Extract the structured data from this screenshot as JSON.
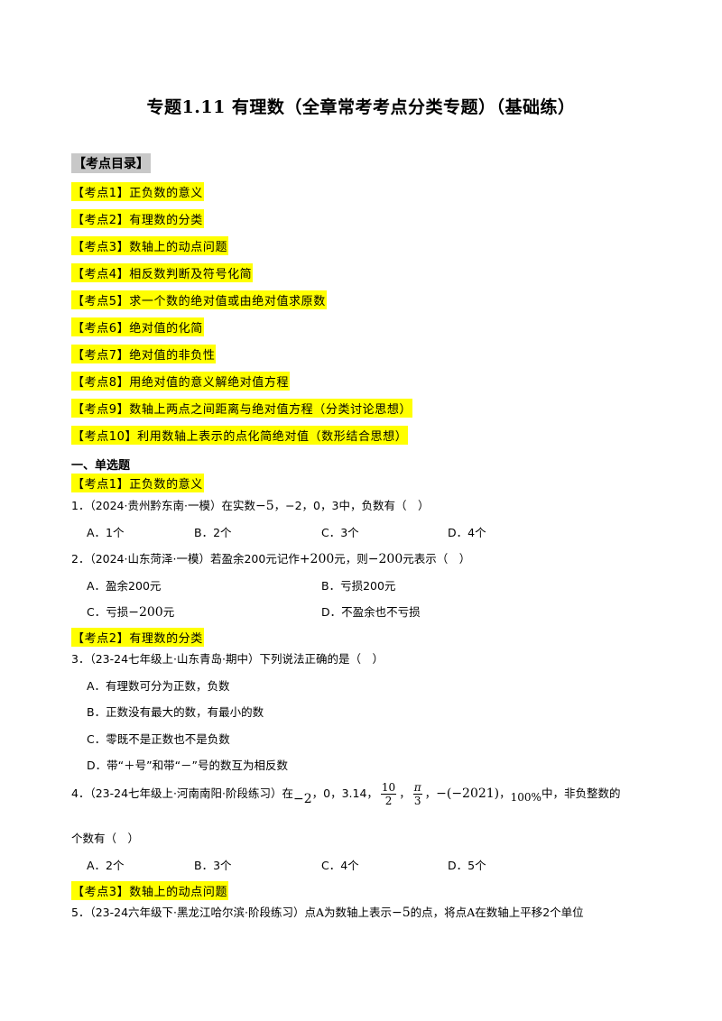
{
  "title": "专题1.11 有理数（全章常考考点分类专题）（基础练）",
  "toc": {
    "heading": "【考点目录】",
    "items": [
      "【考点1】正负数的意义",
      "【考点2】有理数的分类",
      "【考点3】数轴上的动点问题",
      "【考点4】相反数判断及符号化简",
      "【考点5】求一个数的绝对值或由绝对值求原数",
      "【考点6】绝对值的化简",
      "【考点7】绝对值的非负性",
      "【考点8】用绝对值的意义解绝对值方程",
      "【考点9】数轴上两点之间距离与绝对值方程（分类讨论思想）",
      "【考点10】利用数轴上表示的点化简绝对值（数形结合思想）"
    ]
  },
  "section": "一、单选题",
  "kp1": "【考点1】正负数的意义",
  "q1": {
    "num": "1．",
    "text_a": "（2024·贵州黔东南·一模）在实数",
    "m1": "−5",
    "text_b": "，−2，0，3中，负数有（　）",
    "opts": [
      "A．1个",
      "B．2个",
      "C．3个",
      "D．4个"
    ]
  },
  "q2": {
    "num": "2．",
    "text_a": "（2024·山东菏泽·一模）若盈余200元记作",
    "m1": "+200",
    "text_b": "元，则",
    "m2": "−200",
    "text_c": "元表示（　）",
    "opts": [
      "A．盈余200元",
      "B．亏损200元",
      "C．亏损",
      "D．不盈余也不亏损"
    ],
    "opt_c_math": "−200",
    "opt_c_unit": "元"
  },
  "kp2": "【考点2】有理数的分类",
  "q3": {
    "num": "3．",
    "text": "（23-24七年级上·山东青岛·期中）下列说法正确的是（　）",
    "opts": [
      "A．有理数可分为正数，负数",
      "B．正数没有最大的数，有最小的数",
      "C．零既不是正数也不是负数",
      "D．带“＋号”和带“－”号的数互为相反数"
    ]
  },
  "q4": {
    "num": "4．",
    "text_a": "（23-24七年级上·河南南阳·阶段练习）在",
    "m1": "−2",
    "text_b": "，0，3.14，",
    "f1_num": "10",
    "f1_den": "2",
    "f2_num": "π",
    "f2_den": "3",
    "m2": "−(−2021)",
    "m3": "100%",
    "text_c": "中，非负整数的",
    "text_d": "个数有（　）",
    "opts": [
      "A．2个",
      "B．3个",
      "C．4个",
      "D．5个"
    ]
  },
  "kp3": "【考点3】数轴上的动点问题",
  "q5": {
    "num": "5．",
    "text_a": "（23-24六年级下·黑龙江哈尔滨·阶段练习）点",
    "m1": "A",
    "text_b": "为数轴上表示",
    "m2": "−5",
    "text_c": "的点，将点",
    "m3": "A",
    "text_d": "在数轴上平移2个单位"
  }
}
